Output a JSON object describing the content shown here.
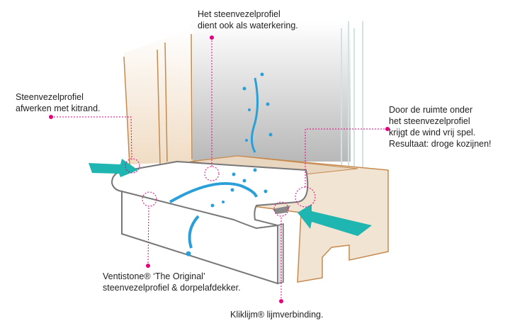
{
  "labels": {
    "top": {
      "line1": "Het steenvezelprofiel",
      "line2": "dient ook als waterkering."
    },
    "left": {
      "line1": "Steenvezelprofiel",
      "line2": "afwerken met kitrand."
    },
    "right": {
      "line1": "Door de ruimte onder",
      "line2": "het steenvezelprofiel",
      "line3": "krijgt de wind vrij spel.",
      "line4": "Resultaat: droge kozijnen!"
    },
    "bottom_left": {
      "line1": "Ventistone® ‘The Original’",
      "line2": "steenvezelprofiel & dorpelafdekker."
    },
    "bottom": {
      "line1": "Kliklijm® lijmverbinding."
    }
  },
  "colors": {
    "callout": "#e5007e",
    "arrow": "#1fb5b0",
    "water": "#2a9fd8",
    "wood": "#f2e4d3",
    "wood_edge": "#c58a4d",
    "profile_edge": "#777777"
  }
}
